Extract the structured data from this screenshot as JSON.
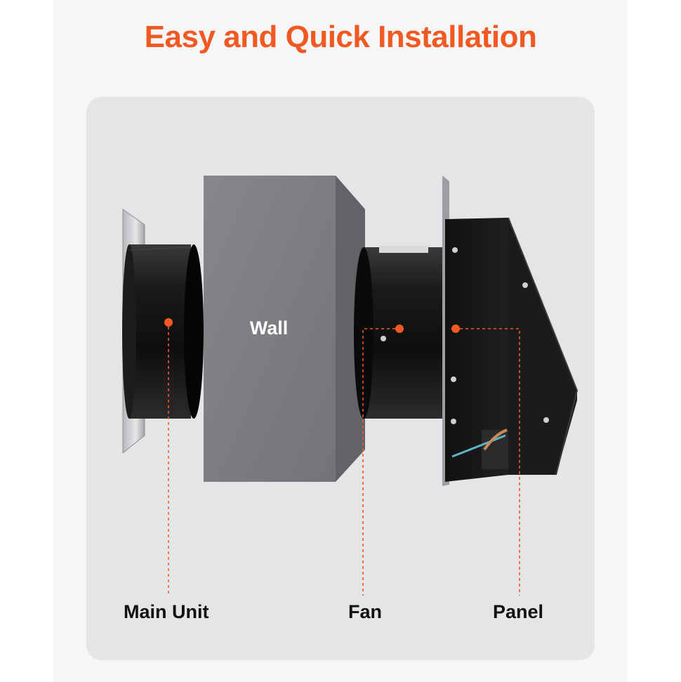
{
  "title": "Easy and Quick Installation",
  "wall_label": "Wall",
  "callouts": {
    "main_unit": "Main Unit",
    "fan": "Fan",
    "panel": "Panel"
  },
  "colors": {
    "accent": "#f05a22",
    "card_background": "#e4e5e7",
    "wall": "#7b7c7f",
    "metal_dark": "#141414"
  }
}
